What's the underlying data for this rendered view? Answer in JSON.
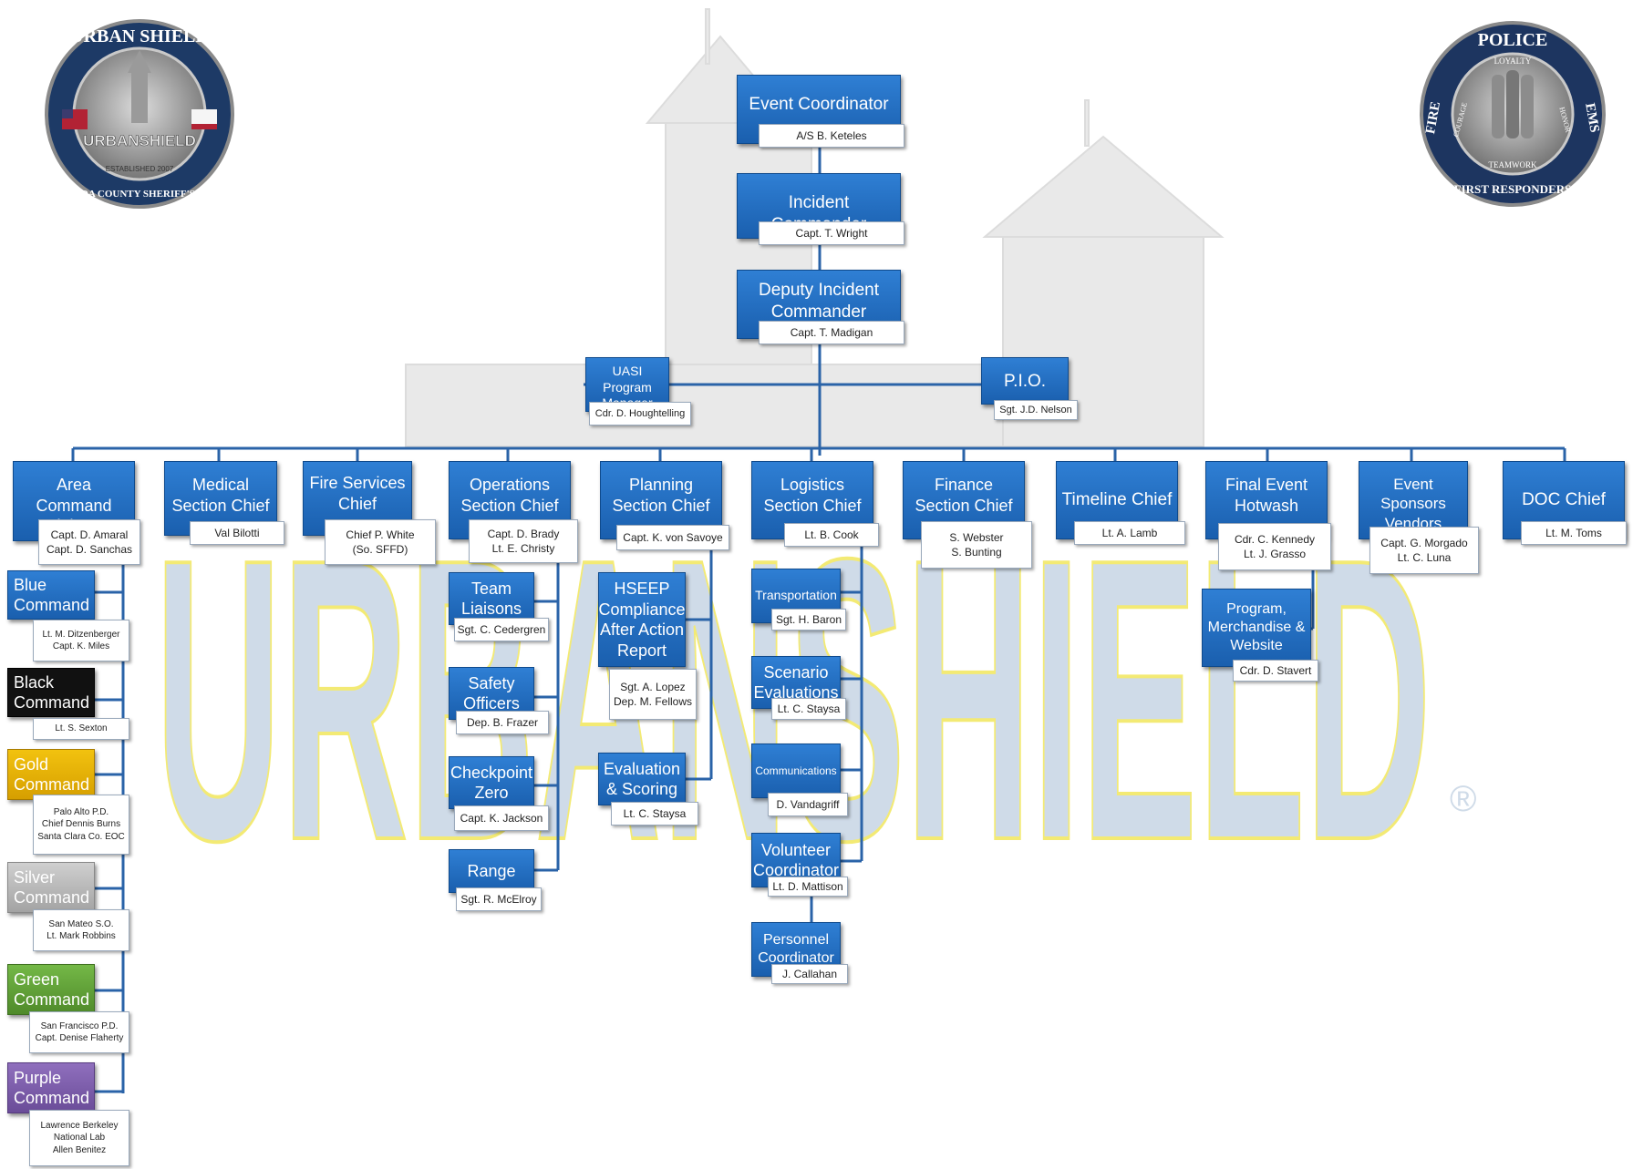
{
  "watermark": {
    "text": "URBANSHIELD",
    "registered": "®"
  },
  "seal_left": {
    "ring_text": "URBAN SHIELD",
    "inner_text": "URBANSHIELD",
    "established": "ESTABLISHED 2007",
    "lower_text": "ALAMEDA COUNTY SHERIFF'S OFFICE"
  },
  "seal_right": {
    "top": "POLICE",
    "left": "FIRE",
    "right": "EMS",
    "inner_left": "COURAGE",
    "inner_top": "LOYALTY",
    "inner_right": "HONOR",
    "inner_bottom": "TEAMWORK",
    "bottom": "FIRST RESPONDERS"
  },
  "nodes": [
    {
      "id": "event_coordinator",
      "title": "Event Coordinator",
      "people": [
        "A/S B. Keteles"
      ]
    },
    {
      "id": "incident_commander",
      "title": "Incident Commander",
      "people": [
        "Capt. T. Wright"
      ]
    },
    {
      "id": "deputy_ic",
      "title": "Deputy Incident Commander",
      "people": [
        "Capt. T. Madigan"
      ]
    },
    {
      "id": "uasi",
      "title": "UASI Program Manager",
      "people": [
        "Cdr. D. Houghtelling"
      ]
    },
    {
      "id": "pio",
      "title": "P.I.O.",
      "people": [
        "Sgt. J.D. Nelson"
      ]
    },
    {
      "id": "area_command",
      "title": "Area Command Liaison",
      "people": [
        "Capt. D. Amaral",
        "Capt. D. Sanchas"
      ]
    },
    {
      "id": "medical",
      "title": "Medical Section Chief",
      "people": [
        "Val Bilotti"
      ]
    },
    {
      "id": "fire",
      "title": "Fire Services Chief",
      "people": [
        "Chief P. White",
        "(So. SFFD)"
      ]
    },
    {
      "id": "operations",
      "title": "Operations Section Chief",
      "people": [
        "Capt. D. Brady",
        "Lt. E. Christy"
      ]
    },
    {
      "id": "planning",
      "title": "Planning Section Chief",
      "people": [
        "Capt. K. von Savoye"
      ]
    },
    {
      "id": "logistics",
      "title": "Logistics Section Chief",
      "people": [
        "Lt. B. Cook"
      ]
    },
    {
      "id": "finance",
      "title": "Finance Section Chief",
      "people": [
        "S. Webster",
        "S. Bunting"
      ]
    },
    {
      "id": "timeline",
      "title": "Timeline Chief",
      "people": [
        "Lt. A. Lamb"
      ]
    },
    {
      "id": "final_event",
      "title": "Final Event Hotwash",
      "people": [
        "Cdr. C. Kennedy",
        "Lt. J. Grasso"
      ]
    },
    {
      "id": "sponsors",
      "title": "Event Sponsors Vendors",
      "people": [
        "Capt. G. Morgado",
        "Lt. C. Luna"
      ]
    },
    {
      "id": "doc",
      "title": "DOC Chief",
      "people": [
        "Lt. M. Toms"
      ]
    },
    {
      "id": "blue",
      "title": "Blue Command",
      "people": [
        "Lt. M. Ditzenberger",
        "Capt. K. Miles"
      ]
    },
    {
      "id": "black",
      "title": "Black Command",
      "people": [
        "Lt. S. Sexton"
      ]
    },
    {
      "id": "gold",
      "title": "Gold Command",
      "people": [
        "Palo Alto P.D.",
        "Chief Dennis Burns",
        "Santa Clara Co. EOC"
      ]
    },
    {
      "id": "silver",
      "title": "Silver Command",
      "people": [
        "San Mateo S.O.",
        "Lt. Mark Robbins"
      ]
    },
    {
      "id": "green",
      "title": "Green Command",
      "people": [
        "San Francisco P.D.",
        "Capt. Denise Flaherty"
      ]
    },
    {
      "id": "purple",
      "title": "Purple Command",
      "people": [
        "Lawrence Berkeley National Lab",
        "Allen Benitez"
      ]
    },
    {
      "id": "team_liaisons",
      "title": "Team Liaisons",
      "people": [
        "Sgt. C. Cedergren"
      ]
    },
    {
      "id": "safety",
      "title": "Safety Officers",
      "people": [
        "Dep. B. Frazer"
      ]
    },
    {
      "id": "checkpoint",
      "title": "Checkpoint Zero",
      "people": [
        "Capt. K. Jackson"
      ]
    },
    {
      "id": "range",
      "title": "Range",
      "people": [
        "Sgt. R. McElroy"
      ]
    },
    {
      "id": "hseep",
      "title": "HSEEP Compliance After Action Report",
      "people": [
        "Sgt. A. Lopez",
        "Dep. M. Fellows"
      ]
    },
    {
      "id": "evaluation",
      "title": "Evaluation & Scoring",
      "people": [
        "Lt. C. Staysa"
      ]
    },
    {
      "id": "transportation",
      "title": "Transportation",
      "people": [
        "Sgt. H. Baron"
      ]
    },
    {
      "id": "scenario",
      "title": "Scenario Evaluations",
      "people": [
        "Lt. C. Staysa"
      ]
    },
    {
      "id": "communications",
      "title": "Communications",
      "people": [
        "D. Vandagriff"
      ]
    },
    {
      "id": "volunteer",
      "title": "Volunteer Coordinator",
      "people": [
        "Lt. D. Mattison"
      ]
    },
    {
      "id": "personnel",
      "title": "Personnel Coordinator",
      "people": [
        "J. Callahan"
      ]
    },
    {
      "id": "program",
      "title": "Program, Merchandise & Website",
      "people": [
        "Cdr. D. Stavert"
      ]
    }
  ],
  "colors": {
    "box_blue": "#1f6cc0",
    "connector": "#2a63a8",
    "black_command": "#111111",
    "gold_command": "#e0a800",
    "silver_command": "#b5b5b5",
    "green_command": "#5da032",
    "purple_command": "#7a5aa6",
    "watermark_blue": "#c7d5e5",
    "watermark_yellow": "#f5ec7a"
  }
}
